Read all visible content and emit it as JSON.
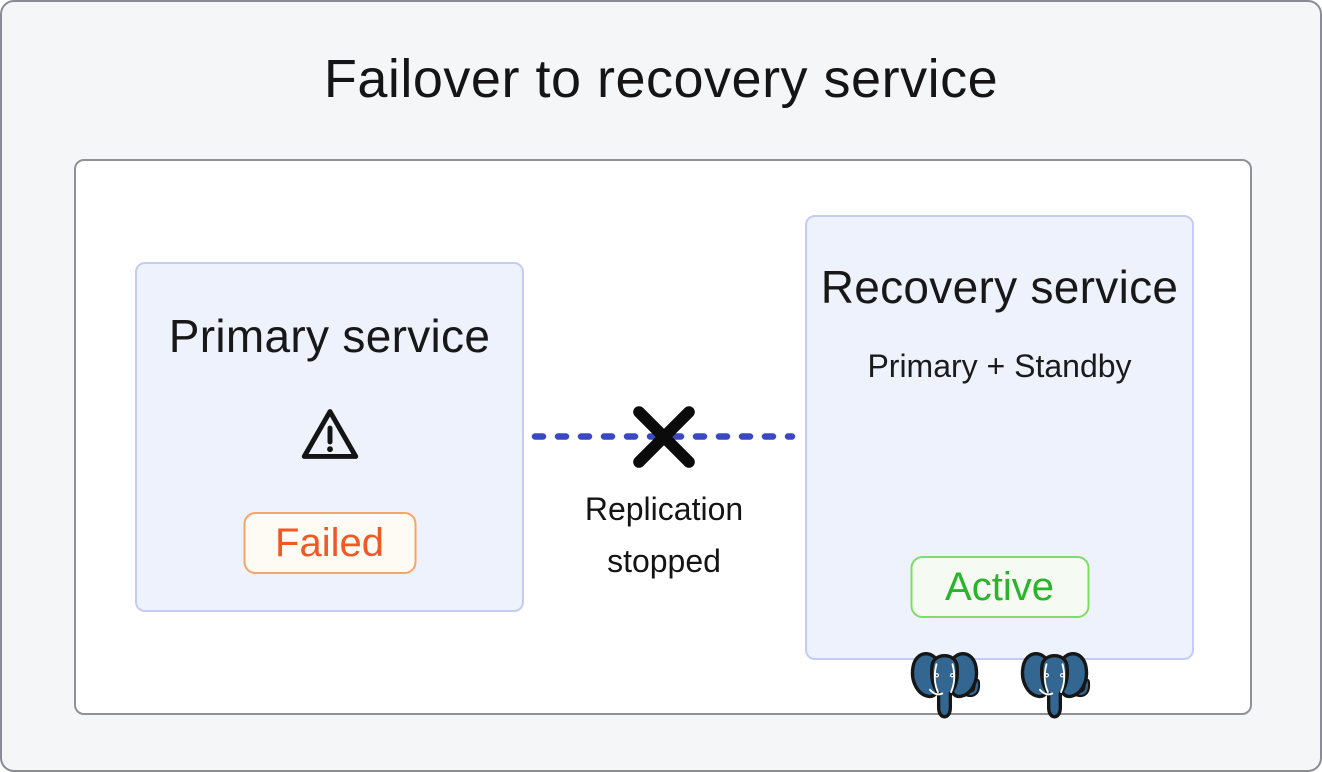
{
  "page": {
    "title": "Failover to recovery service"
  },
  "diagram": {
    "primary_box": {
      "title": "Primary service",
      "status_label": "Failed",
      "icon": "warning-triangle-icon"
    },
    "connection": {
      "label_line1": "Replication",
      "label_line2": "stopped",
      "icon": "x-cross-icon",
      "style": "dashed-line"
    },
    "recovery_box": {
      "title": "Recovery service",
      "subtitle": "Primary + Standby",
      "status_label": "Active",
      "icons": [
        "postgresql-elephant-icon",
        "postgresql-elephant-icon"
      ]
    }
  },
  "colors": {
    "page_background": "#f5f6f8",
    "page_border": "#8b8b95",
    "panel_border": "#90909a",
    "box_background": "#eef2fc",
    "box_border": "#c3cdf2",
    "failed_text": "#f25822",
    "failed_border": "#f7a567",
    "failed_background": "#fefaf4",
    "active_text": "#2bb42b",
    "active_border": "#80dc64",
    "active_background": "#f5fbf2",
    "connection_line": "#3a49c3",
    "cross_and_icons": "#111111",
    "postgres_blue": "#336791"
  }
}
